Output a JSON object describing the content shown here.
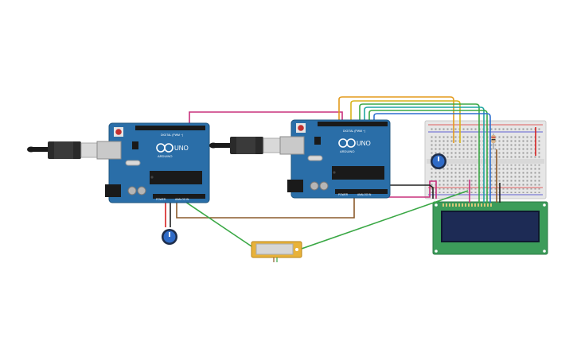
{
  "arduino_left": {
    "model": "UNO",
    "brand": "ARDUINO",
    "header_digital": "DIGITAL (PWM ~)",
    "header_power": "POWER",
    "header_analog": "ANALOG IN"
  },
  "arduino_right": {
    "model": "UNO",
    "brand": "ARDUINO",
    "header_digital": "DIGITAL (PWM ~)",
    "header_power": "POWER",
    "header_analog": "ANALOG IN"
  },
  "colors": {
    "board": "#2a6ea8",
    "board_dark": "#1f557f",
    "breadboard": "#e6e6e6",
    "lcd_pcb": "#3c9c5a",
    "lcd_screen": "#1d2b55",
    "wire_magenta": "#c8307c",
    "wire_brown": "#8b5a2b",
    "wire_green": "#3aa845",
    "wire_orange": "#e39a1b",
    "wire_yellow": "#d8b41a",
    "wire_teal": "#1fa6a0",
    "wire_blue": "#2d6fd1",
    "wire_red": "#d62020",
    "wire_black": "#222222",
    "sensor": "#e8b23a"
  },
  "icons": [
    "usb-cable-icon",
    "potentiometer-icon",
    "atmega-chip-icon",
    "reset-button-icon"
  ]
}
